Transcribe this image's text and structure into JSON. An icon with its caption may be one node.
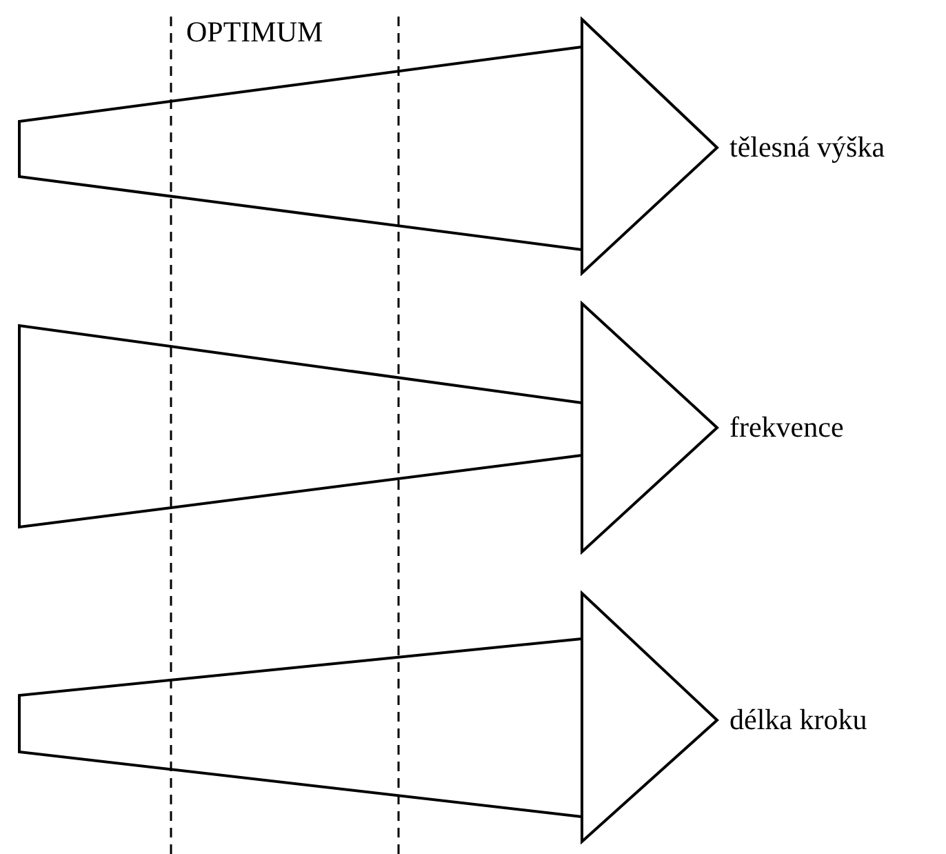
{
  "diagram": {
    "nodes": [
      {
        "text": [],
        "shape": "arrow",
        "beside": [
          "tělesná výška"
        ]
      },
      {
        "text": [],
        "shape": "arrow",
        "beside": [
          "frekvence"
        ]
      },
      {
        "text": [],
        "shape": "arrow",
        "beside": [
          "délka kroku"
        ]
      }
    ],
    "labels": [
      "OPTIMUM"
    ]
  }
}
